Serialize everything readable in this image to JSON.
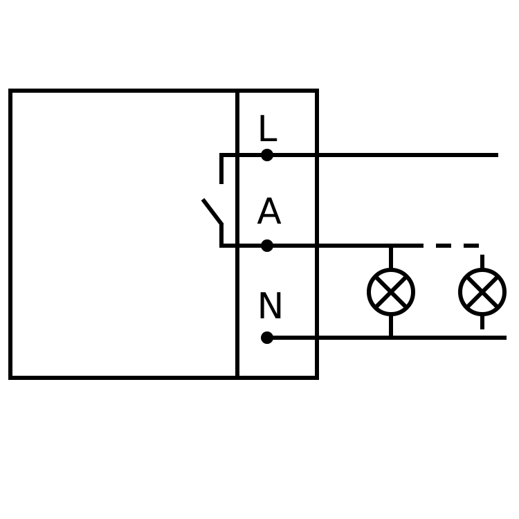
{
  "terminals": {
    "line": "L",
    "switched": "A",
    "neutral": "N"
  },
  "colors": {
    "stroke": "#000000",
    "background": "#ffffff"
  }
}
